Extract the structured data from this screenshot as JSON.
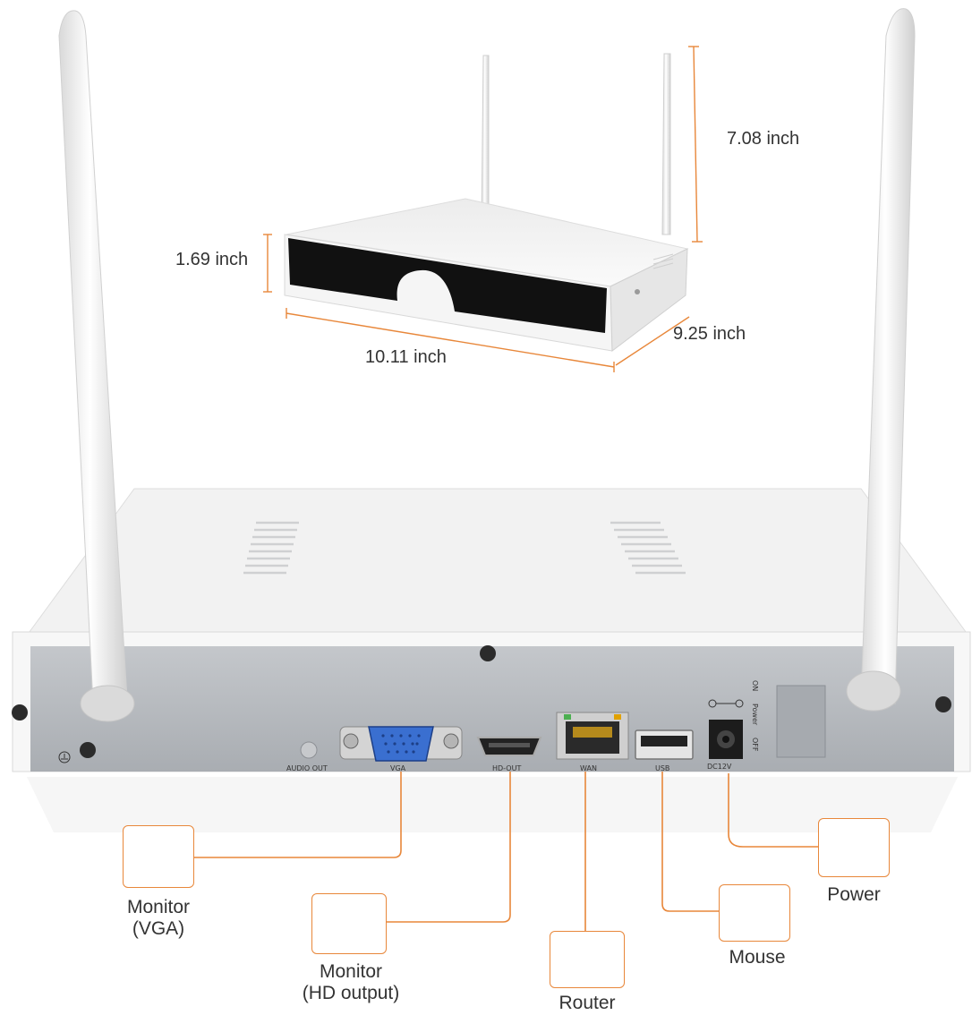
{
  "dimensions": {
    "height": "7.08 inch",
    "thickness": "1.69 inch",
    "width": "10.11 inch",
    "depth": "9.25 inch"
  },
  "ports": {
    "audio_out": "AUDIO OUT",
    "vga": "VGA",
    "hd_out": "HD-OUT",
    "wan": "WAN",
    "usb": "USB",
    "dc12v": "DC12V",
    "power_on": "ON",
    "power_label": "Power",
    "power_off": "OFF"
  },
  "connections": {
    "monitor_vga": {
      "line1": "Monitor",
      "line2": "(VGA)"
    },
    "monitor_hd": {
      "line1": "Monitor",
      "line2": "(HD output)"
    },
    "router": {
      "label": "Router"
    },
    "mouse": {
      "label": "Mouse"
    },
    "power": {
      "label": "Power"
    }
  },
  "colors": {
    "connector_line": "#e8873a",
    "panel_gray": "#b9bcc0",
    "device_white": "#f3f3f3",
    "vga_blue": "#3a6fd0"
  }
}
